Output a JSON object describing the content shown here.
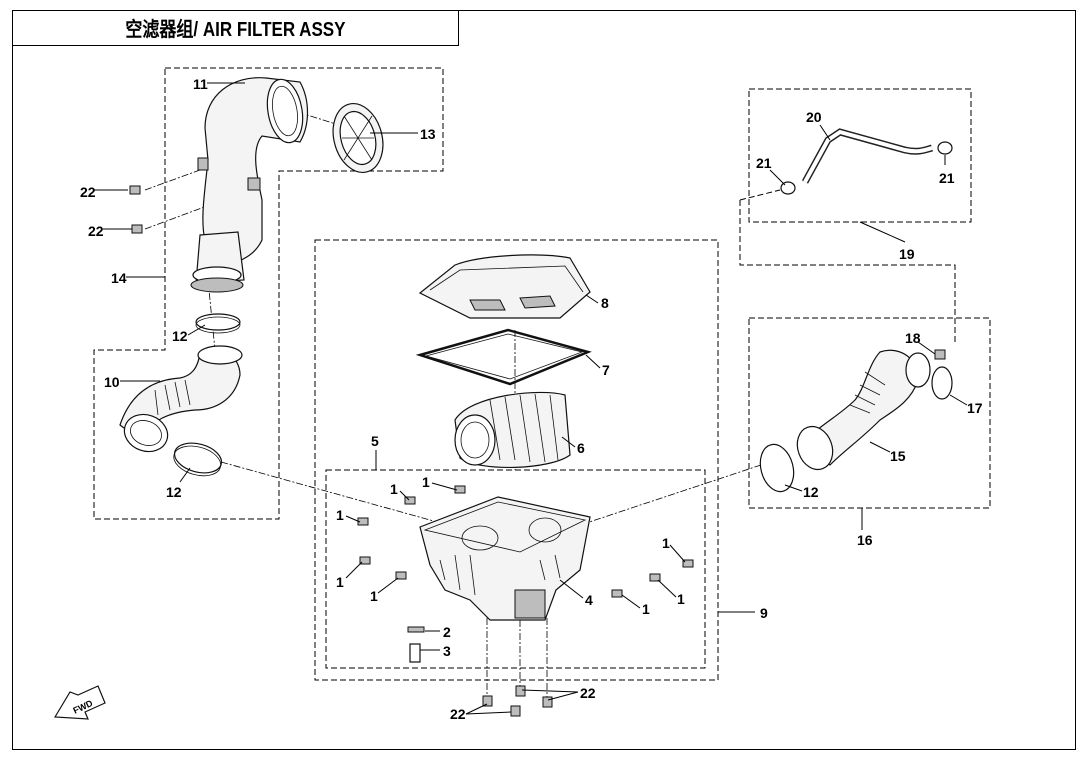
{
  "title": "空滤器组/ AIR FILTER ASSY",
  "fwd_label": "FWD",
  "labels": {
    "p1a": "1",
    "p1b": "1",
    "p1c": "1",
    "p1d": "1",
    "p1e": "1",
    "p1f": "1",
    "p1g": "1",
    "p1h": "1",
    "p2": "2",
    "p3": "3",
    "p4": "4",
    "p5": "5",
    "p6": "6",
    "p7": "7",
    "p8": "8",
    "p9": "9",
    "p10": "10",
    "p11": "11",
    "p12a": "12",
    "p12b": "12",
    "p12c": "12",
    "p13": "13",
    "p14": "14",
    "p15": "15",
    "p16": "16",
    "p17": "17",
    "p18": "18",
    "p19": "19",
    "p20": "20",
    "p21a": "21",
    "p21b": "21",
    "p22a": "22",
    "p22b": "22",
    "p22c": "22",
    "p22d": "22"
  }
}
